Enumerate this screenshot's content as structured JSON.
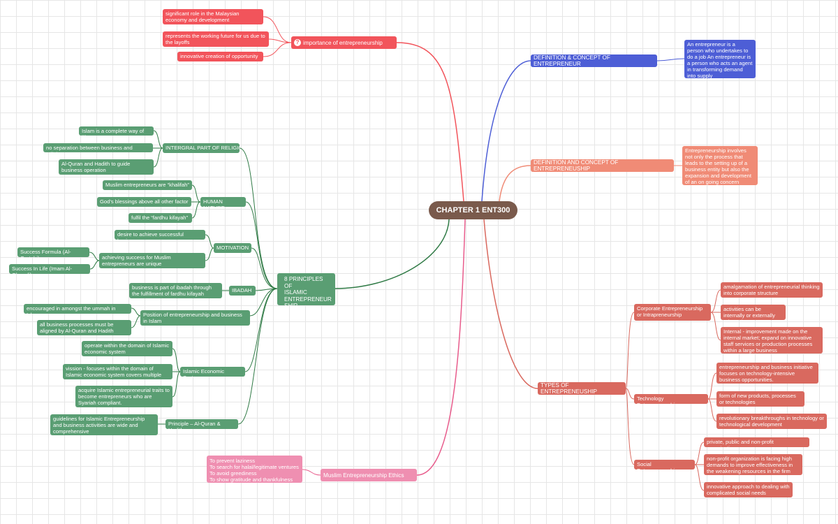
{
  "center": "CHAPTER 1 ENT300",
  "importance": {
    "title": "importance of entrepreneurship",
    "icon": "question-icon",
    "items": [
      "significant role in the Malaysian economy and development",
      "represents the working future for us due to the layoffs",
      "innovative creation of opportunity"
    ]
  },
  "definition_entrepreneur": {
    "title": "DEFINITION & CONCEPT OF ENTREPRENEUR",
    "detail": "An entrepreneur is a person who undertakes to do a job An entrepreneur is a person who acts an agent in transforming demand into supply"
  },
  "definition_entrepreneurship": {
    "title": "DEFINITION AND CONCEPT OF ENTREPRENEUSHIP",
    "detail": "Entrepreneurship involves not only the process that leads to the setting up of a business entity but also the expansion and development of an on going concern"
  },
  "types": {
    "title": "TYPES OF ENTREPRENEUSHIP",
    "corporate": {
      "title": "Corporate Entrepreneurship or Intrapreneurship",
      "items": [
        "amalgamation of entrepreneurial thinking into corporate structure",
        "activities can be internally or externally oriented",
        "Internal - improvement made on the internal market; expand on innovative staff services or production processes within a large business"
      ]
    },
    "technology": {
      "title": "Technology Entrepreneurship",
      "items": [
        "entrepreneurship and business initiative focuses on technology-intensive business opportunities.",
        "form of new products, processes or technologies",
        "revolutionary breakthroughs in technology or technological development"
      ]
    },
    "social": {
      "title": "Social Entrepreneurship",
      "items": [
        "private, public and non-profit organizations",
        "non-profit organization is facing high demands to improve effectiveness in the weakening resources in the firm",
        "innovative approach to dealing with complicated social needs"
      ]
    }
  },
  "principles": {
    "title": "8 PRINCIPLES OF ISLAMIC ENTREPRENEURSHIP",
    "title_display": "8 PRINCIPLES OF\nISLAMIC\nENTREPRENEUR\nSHIP",
    "intergral": {
      "title": "INTERGRAL PART OF RELIGION",
      "items": [
        "Islam is a complete way of life",
        "no separation between business and religion",
        "Al-Quran and Hadith to guide business operation"
      ]
    },
    "human_nature": {
      "title": "HUMAN NATURE",
      "items": [
        "Muslim entrepreneurs are “khalifah”",
        "God’s blessings above all other factor",
        "fulfil the “fardhu kifayah”"
      ]
    },
    "motivation": {
      "title": "MOTIVATION",
      "items": [
        "desire to achieve successful business"
      ],
      "success": {
        "title": "achieving success for Muslim entrepreneurs are unique",
        "items": [
          "Success Formula (Al-Qurtubi)",
          "Success In Life (Imam Al-Ghazali)"
        ]
      }
    },
    "ibadah": {
      "title": "IBADAH",
      "items": [
        "business is part of ibadah through the fulfillment of fardhu kifayah"
      ]
    },
    "position": {
      "title": "Position of entrepreneurship and business in Islam",
      "items": [
        "encouraged in amongst the ummah in Islam",
        "all business processes must be aligned by Al-Quran and Hadith"
      ]
    },
    "economic": {
      "title": "Islamic Economic System",
      "items": [
        "operate within the domain of Islamic economic system",
        "vission - focuses within the domain of Islamic economic system covers multiple aspects",
        "acquire Islamic entrepreneurial traits to become entrepreneurs who are Syariah compliant."
      ]
    },
    "principle": {
      "title": "Principle – Al-Quran & Hadith",
      "items": [
        "guidelines for Islamic Entrepreneurship and business activities are wide and comprehensive"
      ]
    }
  },
  "ethics": {
    "title": "Muslim Entrepreneurship Ethics",
    "items": [
      "To prevent laziness",
      "To search for halal/legitimate ventures",
      "To avoid greediness",
      "To show gratitude and thankfulness"
    ]
  },
  "colors": {
    "green": "#5a9e73",
    "red": "#f2545b",
    "salmon": "#f08b76",
    "types": "#d9695f",
    "blue": "#4d5ed6",
    "pink": "#ef8fb1",
    "center": "#7a5a4c"
  }
}
